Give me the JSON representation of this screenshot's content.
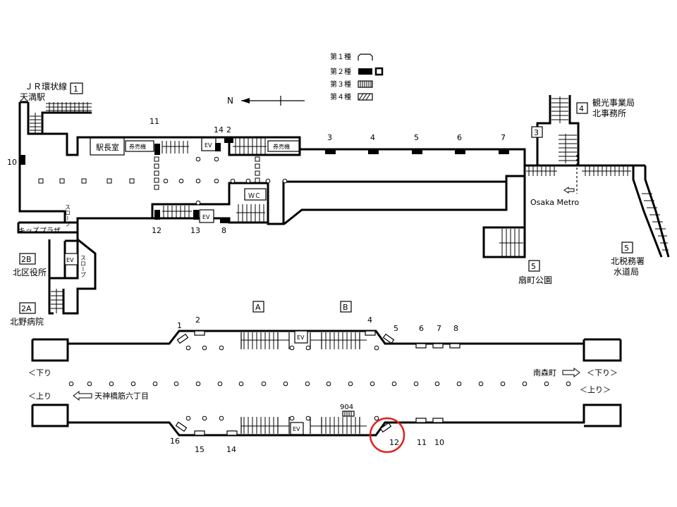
{
  "legend": {
    "items": [
      {
        "label": "第１種",
        "icon": "type1-symbol"
      },
      {
        "label": "第２種",
        "icon": "type2-symbol"
      },
      {
        "label": "第３種",
        "icon": "type3-symbol"
      },
      {
        "label": "第４種",
        "icon": "type4-symbol"
      }
    ]
  },
  "north": {
    "label": "N"
  },
  "exits": {
    "e1": {
      "number": "1",
      "line1": "ＪＲ環状線",
      "line2": "天満駅"
    },
    "e2b": {
      "number": "2B",
      "label": "北区役所"
    },
    "e2a": {
      "number": "2A",
      "label": "北野病院"
    },
    "e3": {
      "number": "3"
    },
    "e4": {
      "number": "4",
      "line1": "観光事業局",
      "line2": "北事務所"
    },
    "e5a": {
      "number": "5",
      "label": "扇町公園"
    },
    "e5b": {
      "number": "5",
      "line1": "北税務署",
      "line2": "水道局"
    }
  },
  "concourse": {
    "station_master": "駅長室",
    "ticket_machine_left": "券売機",
    "ticket_machine_right": "券売機",
    "wc": "ＷＣ",
    "ev_label": "EV",
    "slope": "スロープ",
    "kids_plaza": "キッズプラザ",
    "osaka_metro": "Osaka Metro",
    "phone_numbers": [
      "11",
      "14",
      "2",
      "3",
      "4",
      "5",
      "6",
      "7",
      "10",
      "12",
      "13",
      "8"
    ]
  },
  "platform": {
    "gate_a": "A",
    "gate_b": "B",
    "down_left": "＜下り",
    "down_right": "＜下り＞",
    "up_left": "＜上り",
    "up_right": "＜上り＞",
    "toward_tenjinbashi": "天神橋筋六丁目",
    "toward_minamimorimachi": "南森町",
    "room_number": "904",
    "ev_label": "EV",
    "upper_numbers": [
      "1",
      "2",
      "4",
      "5",
      "6",
      "7",
      "8"
    ],
    "lower_numbers": [
      "16",
      "15",
      "14",
      "12",
      "11",
      "10"
    ]
  },
  "highlight": {
    "target": "12",
    "color": "#e0201b"
  }
}
